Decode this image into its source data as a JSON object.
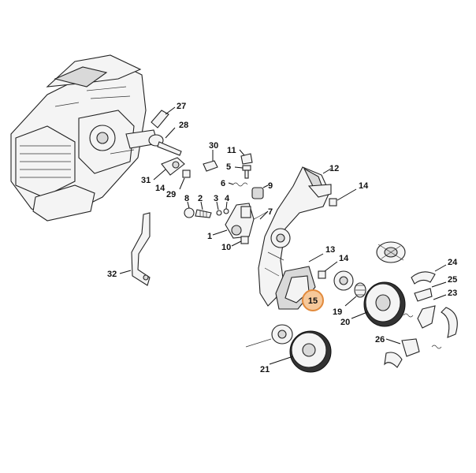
{
  "colors": {
    "highlight_fill": "#f6c89a",
    "highlight_stroke": "#e28a3c",
    "line": "#111111"
  },
  "highlighted_callout": "15",
  "callouts": {
    "c1": "1",
    "c2": "2",
    "c3": "3",
    "c5": "5",
    "c6": "6",
    "c7": "7",
    "c8": "8",
    "c9": "9",
    "c10": "10",
    "c11": "11",
    "c12": "12",
    "c13": "13",
    "c14a": "14",
    "c14b": "14",
    "c14c": "14",
    "c15": "15",
    "c19": "19",
    "c20": "20",
    "c21": "21",
    "c23": "23",
    "c24": "24",
    "c25": "25",
    "c26": "26",
    "c27": "27",
    "c28": "28",
    "c29": "29",
    "c30": "30",
    "c31": "31",
    "c32": "32"
  }
}
